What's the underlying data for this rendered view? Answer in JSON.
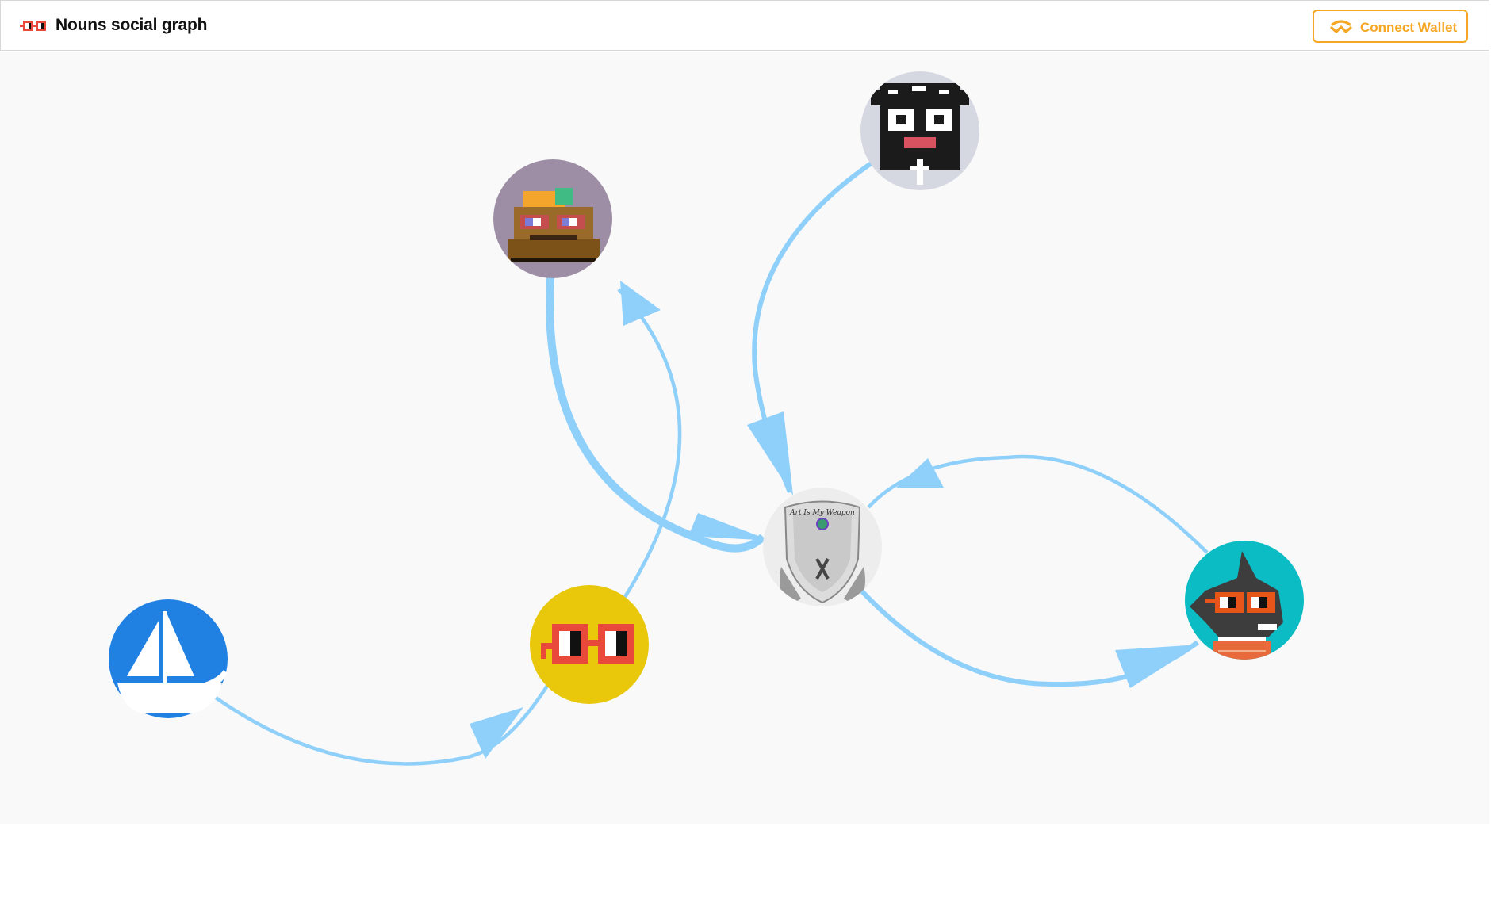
{
  "header": {
    "title": "Nouns social graph",
    "connect_wallet_label": "Connect Wallet",
    "logo_icon": "noggles-icon",
    "wallet_icon": "walletconnect-icon"
  },
  "colors": {
    "accent": "#f5a623",
    "edge": "#8fd0fb",
    "canvas": "#f9f9f9"
  },
  "graph": {
    "nodes": [
      {
        "id": "opensea",
        "icon": "opensea-boat-icon",
        "bg": "#2081e2"
      },
      {
        "id": "noggles",
        "icon": "noggles-icon",
        "bg": "#e9c80b"
      },
      {
        "id": "toad",
        "icon": "noun-toad-icon",
        "bg": "#9e8ea5"
      },
      {
        "id": "cat",
        "icon": "noun-cat-icon",
        "bg": "#d5d7e1"
      },
      {
        "id": "shield",
        "icon": "art-is-my-weapon-shield-icon",
        "bg": "#ededed",
        "text": "Art Is My Weapon"
      },
      {
        "id": "shark",
        "icon": "noun-shark-icon",
        "bg": "#0bbcc5"
      }
    ],
    "edges": [
      {
        "from": "opensea",
        "to": "noggles"
      },
      {
        "from": "noggles",
        "to": "toad"
      },
      {
        "from": "toad",
        "to": "shield"
      },
      {
        "from": "cat",
        "to": "shield"
      },
      {
        "from": "shield",
        "to": "shark"
      },
      {
        "from": "shark",
        "to": "shield"
      }
    ]
  }
}
